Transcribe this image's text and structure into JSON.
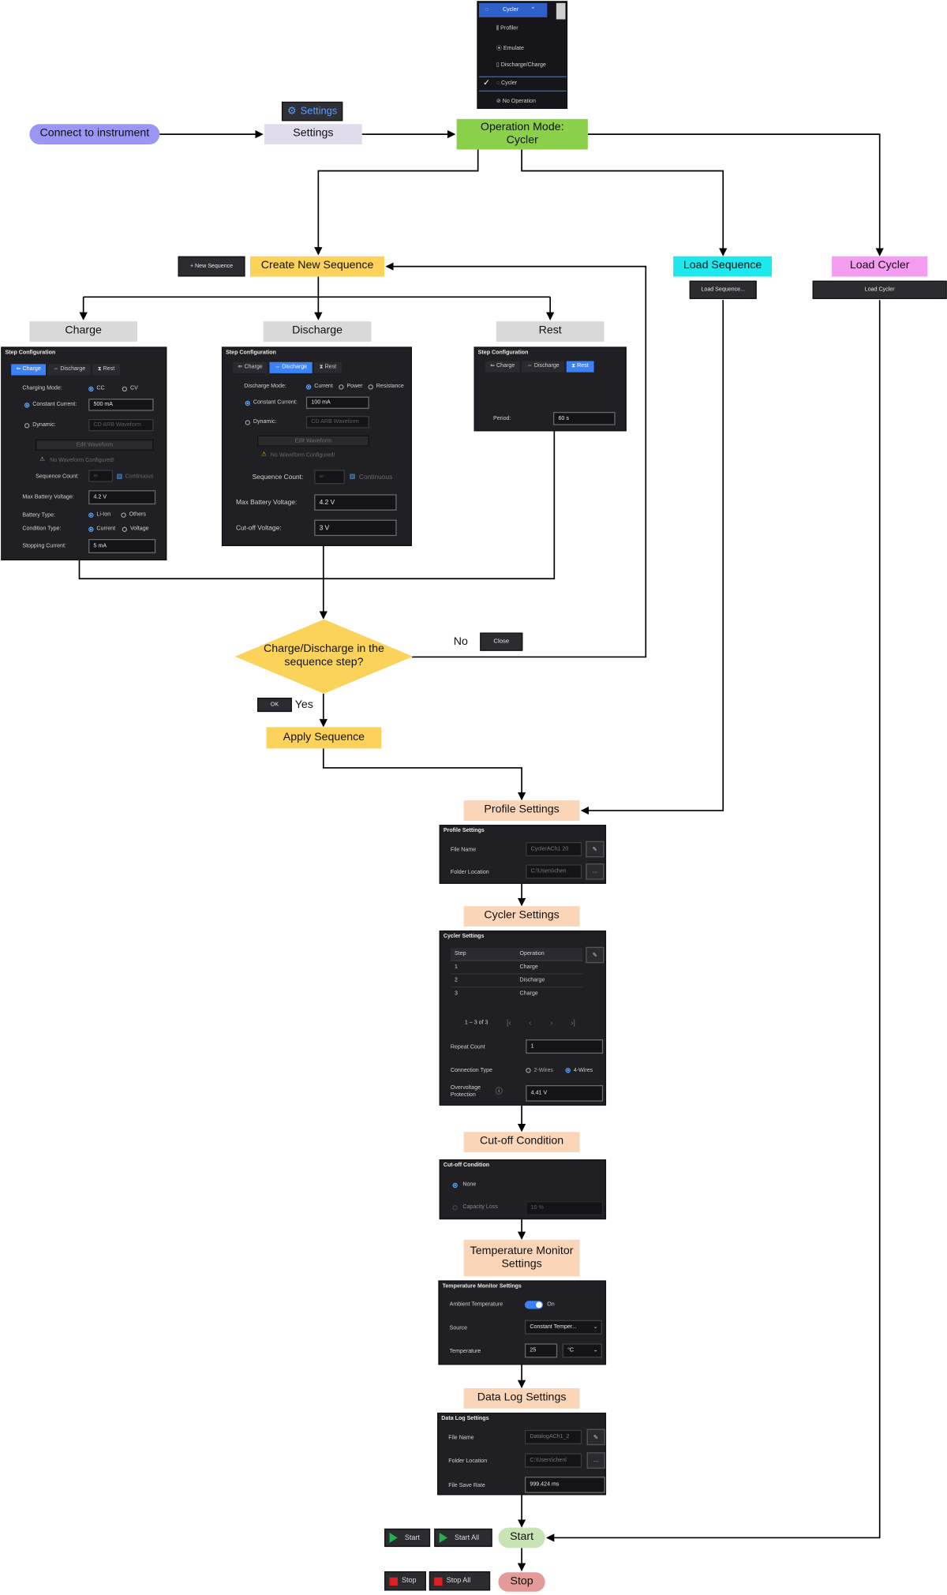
{
  "flow": {
    "connect": "Connect to instrument",
    "settings_button": "Settings",
    "settings": "Settings",
    "operation_mode": "Operation Mode:\nCycler",
    "create_new_sequence": "Create New Sequence",
    "new_sequence_button": "+ New Sequence",
    "load_sequence": "Load Sequence",
    "load_sequence_button": "Load Sequence...",
    "load_cycler": "Load Cycler",
    "load_cycler_button": "Load Cycler",
    "charge": "Charge",
    "discharge": "Discharge",
    "rest": "Rest",
    "decision": "Charge/Discharge in the\nsequence step?",
    "no": "No",
    "close_button": "Close",
    "yes": "Yes",
    "ok_button": "OK",
    "apply_sequence": "Apply Sequence",
    "profile_settings": "Profile Settings",
    "cycler_settings": "Cycler Settings",
    "cutoff_condition": "Cut-off Condition",
    "temperature_monitor": "Temperature Monitor\nSettings",
    "data_log_settings": "Data Log Settings",
    "start": "Start",
    "start_button": "Start",
    "start_all_button": "Start All",
    "stop": "Stop",
    "stop_button": "Stop",
    "stop_all_button": "Stop All"
  },
  "mode_menu": {
    "selected": "Cycler",
    "items": [
      "Profiler",
      "Emulate",
      "Discharge/Charge",
      "Cycler",
      "No Operation"
    ]
  },
  "step_tabs": [
    "Charge",
    "Discharge",
    "Rest"
  ],
  "charge_panel": {
    "title": "Step Configuration",
    "charging_mode": "Charging Mode:",
    "cc": "CC",
    "cv": "CV",
    "constant_current": "Constant Current:",
    "constant_current_value": "500  mA",
    "dynamic": "Dynamic:",
    "dynamic_value": "CD ARB Waveform",
    "edit_waveform": "Edit Waveform",
    "no_waveform": "No Waveform Configured!",
    "sequence_count": "Sequence Count:",
    "sequence_count_value": "∞",
    "continuous": "Continuous",
    "max_battery_voltage": "Max Battery Voltage:",
    "max_battery_voltage_value": "4.2  V",
    "battery_type": "Battery Type:",
    "li_ion": "Li-Ion",
    "others": "Others",
    "condition_type": "Condition Type:",
    "current": "Current",
    "voltage": "Voltage",
    "stopping_current": "Stopping Current:",
    "stopping_current_value": "5  mA"
  },
  "discharge_panel": {
    "title": "Step Configuration",
    "discharge_mode": "Discharge Mode:",
    "current": "Current",
    "power": "Power",
    "resistance": "Resistance",
    "constant_current": "Constant Current:",
    "constant_current_value": "100  mA",
    "dynamic": "Dynamic:",
    "dynamic_value": "CD ARB Waveform",
    "edit_waveform": "Edit Waveform",
    "no_waveform": "No Waveform Configured!",
    "sequence_count": "Sequence Count:",
    "sequence_count_value": "∞",
    "continuous": "Continuous",
    "max_battery_voltage": "Max Battery Voltage:",
    "max_battery_voltage_value": "4.2  V",
    "cutoff_voltage": "Cut-off Voltage:",
    "cutoff_voltage_value": "3  V"
  },
  "rest_panel": {
    "title": "Step Configuration",
    "period": "Period:",
    "period_value": "60  s"
  },
  "profile_panel": {
    "title": "Profile Settings",
    "file_name": "File Name",
    "file_name_value": "CyclerACh1 20",
    "folder_location": "Folder Location",
    "folder_location_value": "C:\\Users\\chen",
    "browse": "..."
  },
  "cycler_panel": {
    "title": "Cycler Settings",
    "headers": [
      "Step",
      "Operation"
    ],
    "rows": [
      [
        "1",
        "Charge"
      ],
      [
        "2",
        "Discharge"
      ],
      [
        "3",
        "Charge"
      ]
    ],
    "pagination": "1 – 3 of 3",
    "repeat_count": "Repeat Count",
    "repeat_count_value": "1",
    "connection_type": "Connection Type",
    "two_wires": "2-Wires",
    "four_wires": "4-Wires",
    "overvoltage": "Overvoltage",
    "protection": "Protection",
    "overvoltage_value": "4.41  V"
  },
  "cutoff_panel": {
    "title": "Cut-off Condition",
    "none": "None",
    "capacity_loss": "Capacity Loss",
    "capacity_loss_value": "10  %"
  },
  "temperature_panel": {
    "title": "Temperature Monitor Settings",
    "ambient": "Ambient Temperature",
    "on": "On",
    "source": "Source",
    "source_value": "Constant Temper...",
    "temperature": "Temperature",
    "temperature_value": "25",
    "unit": "°C"
  },
  "datalog_panel": {
    "title": "Data Log Settings",
    "file_name": "File Name",
    "file_name_value": "DatalogACh1_2",
    "folder_location": "Folder Location",
    "folder_location_value": "C:\\Users\\chenl",
    "browse": "...",
    "file_save_rate": "File Save Rate",
    "file_save_rate_value": "999.424  ms"
  },
  "colors": {
    "connect": "#9b96f2",
    "settings_node": "#e0dceb",
    "operation_mode": "#8bd04a",
    "yellow": "#fcd25a",
    "load_sequence": "#1de8ee",
    "load_cycler": "#f39cf2",
    "grey_node": "#d9d9d9",
    "peach": "#fbd5b8",
    "start": "#c9e4b4",
    "stop": "#e39a98",
    "decision": "#fbd25a"
  }
}
